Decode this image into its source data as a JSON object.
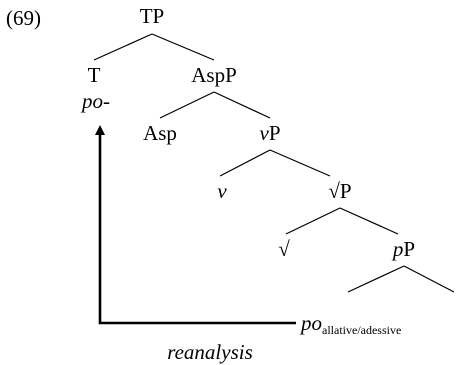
{
  "example_number": "(69)",
  "nodes": {
    "tp": "TP",
    "t": "T",
    "t_morpheme": "po-",
    "aspp": "AspP",
    "asp": "Asp",
    "vp_v": "v",
    "vp_p": "P",
    "v": "v",
    "rootp": "√P",
    "root": "√",
    "pp_p": "p",
    "pp_P": "P",
    "po_stem": "po",
    "po_subscript": "allative/adessive"
  },
  "annotation": "reanalysis",
  "colors": {
    "ink": "#000000",
    "background": "#ffffff"
  }
}
